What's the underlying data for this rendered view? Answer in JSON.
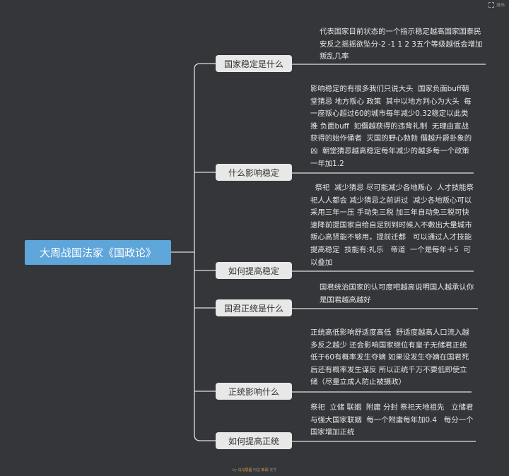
{
  "root": {
    "title": "大周战国法家《国政论》"
  },
  "branches": [
    {
      "label": "国家稳定是什么",
      "note": "代表国家目前状态的一个指示稳定越高国家国泰民安反之摇摇欲坠分-2 -1 1 2 3五个等级越低会增加叛乱几率"
    },
    {
      "label": "什么影响稳定",
      "note": "影响稳定的有很多我们只说大头  国家负面buff朝堂猜忌 地方叛心 政策  其中以地方判心为大头  每一座叛心超过60的城市每年减少0.32稳定以此类推 负面buff  如僭越获得的违背礼制  无理由宣战获得的始作俑者  灭国的野心勃勃 僭越升爵卦象的凶  朝堂猜忌越高稳定每年减少的越多每一个政策一年加1.2"
    },
    {
      "label": "如何提高稳定",
      "note": "  祭祀  减少猜忌 尽可能减少各地叛心  人才技能祭祀人人都会 减少猜忌之前讲过  减少各地叛心可以采用三年一压 手动免三税 加三年自动免三税可快速降前提国家自给自足别到时候入不敷出大量城市叛心高贤能不够用，提前迁都   可以通过人才技能提高稳定  技能有:礼乐   帝道  一个是每年＋5  可以叠加"
    },
    {
      "label": "国君正统是什么",
      "note": "国君统治国家的认可度吧越高说明国人越承认你是国君越高越好"
    },
    {
      "label": "正统影响什么",
      "note": "正统高低影响舒适度高低  舒适度越高人口流入越多反之越少 还会影响国家继位有皇子无储君正统低于60有概率发生夺嫡 如果没发生夺嫡在国君死后还有概率发生谋反 所以正统千万不要低即使立储（尽量立成人防止被摄政）"
    },
    {
      "label": "如何提高正统",
      "note": "祭祀  立储 联姻  附庸 分封 祭祀天地祖先   立储君  与强大国家联姻  每一个附庸每年加0.4   每分一个国家增加正统"
    }
  ],
  "footer": {
    "by": "by",
    "brand": "马马思图",
    "mid": "阿国",
    "brand2": "新闻",
    "end": "发号"
  },
  "topbar": {
    "label": "退出"
  }
}
